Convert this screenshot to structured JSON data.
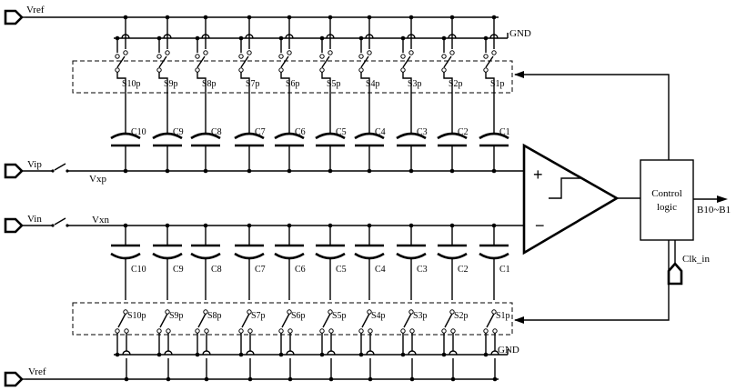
{
  "diagram": {
    "supply_labels": {
      "vref_top": "Vref",
      "vref_bottom": "Vref",
      "gnd_top": "GND",
      "gnd_bottom": "GND"
    },
    "inputs": {
      "vip": "Vip",
      "vin": "Vin",
      "vxp": "Vxp",
      "vxn": "Vxn"
    },
    "capacitors_top": [
      "C10",
      "C9",
      "C8",
      "C7",
      "C6",
      "C5",
      "C4",
      "C3",
      "C2",
      "C1"
    ],
    "capacitors_bottom": [
      "C10",
      "C9",
      "C8",
      "C7",
      "C6",
      "C5",
      "C4",
      "C3",
      "C2",
      "C1"
    ],
    "switches_top": [
      "S10p",
      "S9p",
      "S8p",
      "S7p",
      "S6p",
      "S5p",
      "S4p",
      "S3p",
      "S2p",
      "S1p"
    ],
    "switches_bottom": [
      "S10p",
      "S9p",
      "S8p",
      "S7p",
      "S6p",
      "S5p",
      "S4p",
      "S3p",
      "S2p",
      "S1p"
    ],
    "comparator": {
      "plus": "+",
      "minus": "−"
    },
    "control": {
      "line1": "Control",
      "line2": "logic"
    },
    "output_label": "B10~B1",
    "clock_label": "Clk_in"
  }
}
